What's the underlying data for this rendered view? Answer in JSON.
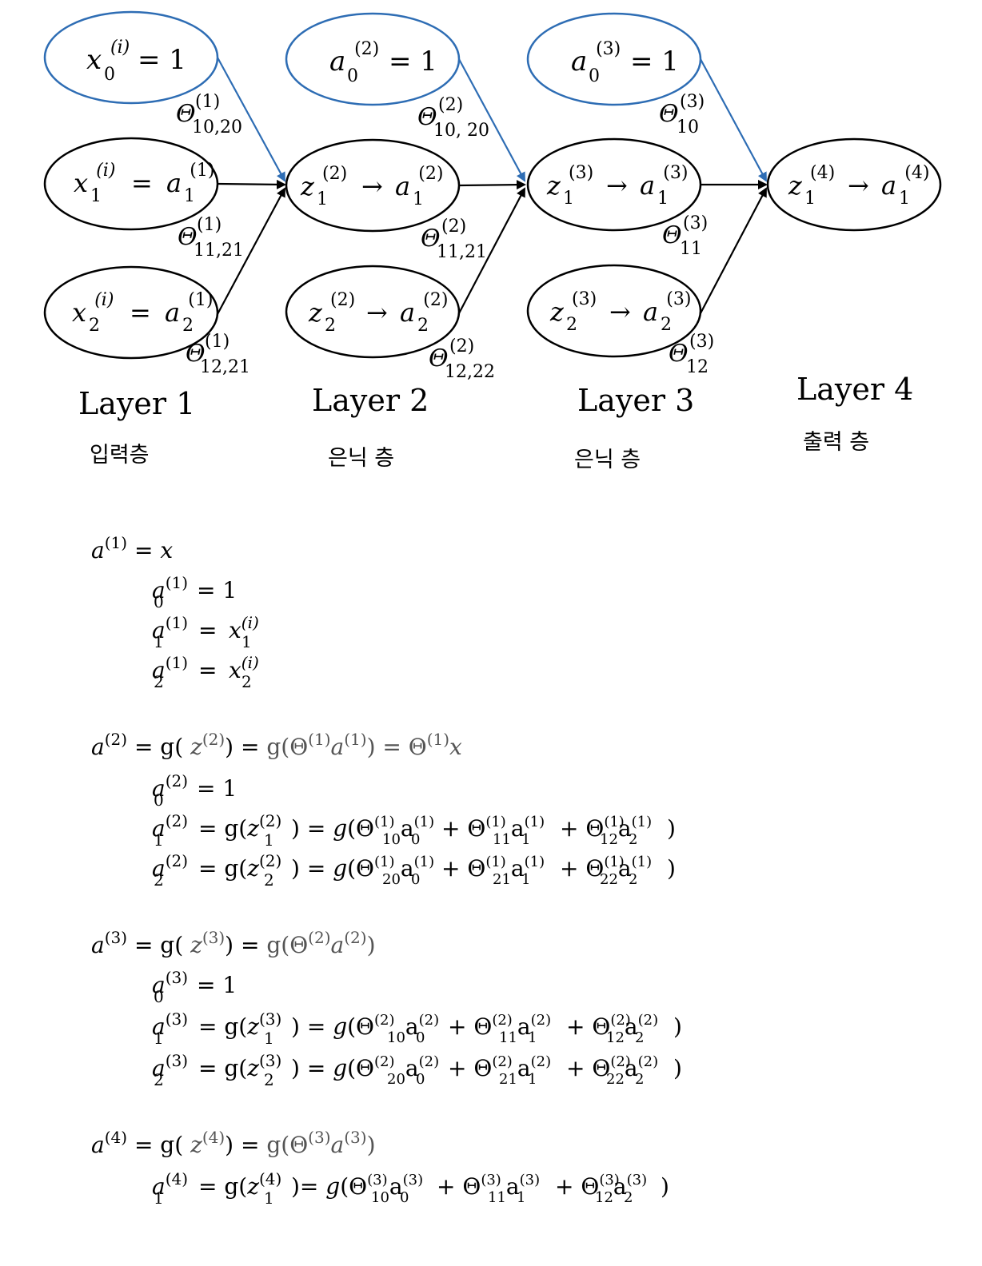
{
  "layers": [
    {
      "title": "Layer 1",
      "subtitle": "입력층"
    },
    {
      "title": "Layer 2",
      "subtitle": "은닉 층"
    },
    {
      "title": "Layer 3",
      "subtitle": "은닉 층"
    },
    {
      "title": "Layer 4",
      "subtitle": "출력 층"
    }
  ],
  "nodes": {
    "l1_bias": {
      "var": "x",
      "sub": "0",
      "sup": "(i)",
      "rhs": "= 1"
    },
    "l1_n1": {
      "var": "x",
      "sub": "1",
      "sup": "(i)",
      "eq": "=",
      "var2": "a",
      "sub2": "1",
      "sup2": "(1)"
    },
    "l1_n2": {
      "var": "x",
      "sub": "2",
      "sup": "(i)",
      "eq": "=",
      "var2": "a",
      "sub2": "2",
      "sup2": "(1)"
    },
    "l2_bias": {
      "var": "a",
      "sub": "0",
      "sup": "(2)",
      "rhs": "= 1"
    },
    "l2_n1": {
      "var": "z",
      "sub": "1",
      "sup": "(2)",
      "eq": "→",
      "var2": "a",
      "sub2": "1",
      "sup2": "(2)"
    },
    "l2_n2": {
      "var": "z",
      "sub": "2",
      "sup": "(2)",
      "eq": "→",
      "var2": "a",
      "sub2": "2",
      "sup2": "(2)"
    },
    "l3_bias": {
      "var": "a",
      "sub": "0",
      "sup": "(3)",
      "rhs": "= 1"
    },
    "l3_n1": {
      "var": "z",
      "sub": "1",
      "sup": "(3)",
      "eq": "→",
      "var2": "a",
      "sub2": "1",
      "sup2": "(3)"
    },
    "l3_n2": {
      "var": "z",
      "sub": "2",
      "sup": "(3)",
      "eq": "→",
      "var2": "a",
      "sub2": "2",
      "sup2": "(3)"
    },
    "l4_n1": {
      "var": "z",
      "sub": "1",
      "sup": "(4)",
      "eq": "→",
      "var2": "a",
      "sub2": "1",
      "sup2": "(4)"
    }
  },
  "weights": {
    "w1_0": {
      "sym": "Θ",
      "sup": "(1)",
      "sub": "10,20"
    },
    "w1_1": {
      "sym": "Θ",
      "sup": "(1)",
      "sub": "11,21"
    },
    "w1_2": {
      "sym": "Θ",
      "sup": "(1)",
      "sub": "12,21"
    },
    "w2_0": {
      "sym": "Θ",
      "sup": "(2)",
      "sub": "10, 20"
    },
    "w2_1": {
      "sym": "Θ",
      "sup": "(2)",
      "sub": "11,21"
    },
    "w2_2": {
      "sym": "Θ",
      "sup": "(2)",
      "sub": "12,22"
    },
    "w3_0": {
      "sym": "Θ",
      "sup": "(3)",
      "sub": "10"
    },
    "w3_1": {
      "sym": "Θ",
      "sup": "(3)",
      "sub": "11"
    },
    "w3_2": {
      "sym": "Θ",
      "sup": "(3)",
      "sub": "12"
    }
  },
  "colors": {
    "bias_stroke": "#2e6db4",
    "node_stroke": "#000000",
    "blue_arrow": "#2e6db4"
  },
  "formulas": {
    "a1_def": "a(1) = x",
    "a1_0": "a0(1) = 1",
    "a1_1": "a1(1) = x1(i)",
    "a1_2": "a2(1) = x2(i)",
    "a2_def": "a(2) = g( z(2)) = g(Θ(1)a(1)) = Θ(1)x",
    "a2_0": "a0(2) = 1",
    "a2_1": "a1(2) = g(z1(2)) = g(Θ10(1)a0(1) + Θ11(1)a1(1) + Θ12(1)a2(1) )",
    "a2_2": "a2(2) = g(z2(2)) = g(Θ20(1)a0(1) + Θ21(1)a1(1) + Θ22(1)a2(1) )",
    "a3_def": "a(3) = g( z(3)) = g(Θ(2)a(2))",
    "a3_0": "a0(3) = 1",
    "a3_1": "a1(3) = g(z1(3)) = g(Θ10(2)a0(2) + Θ11(2)a1(2) + Θ12(2)a2(2) )",
    "a3_2": "a2(3) = g(z2(3)) = g(Θ20(2)a0(2) + Θ21(2)a1(2) + Θ22(2)a2(2) )",
    "a4_def": "a(4) = g( z(4)) = g(Θ(3)a(3))",
    "a4_1": "a1(4) = g(z1(4))= g(Θ10(3)a0(3) + Θ11(3)a1(3) + Θ12(3)a2(3) )"
  }
}
